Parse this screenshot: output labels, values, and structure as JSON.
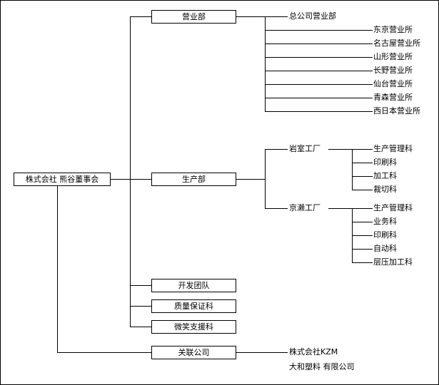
{
  "root": {
    "label": "株式会社 熊谷董事会"
  },
  "departments": {
    "sales": {
      "label": "营业部",
      "head": "总公司营业部",
      "offices": [
        "东京营业所",
        "名古屋营业所",
        "山形营业所",
        "长野营业所",
        "仙台营业所",
        "青森营业所",
        "西日本营业所"
      ]
    },
    "production": {
      "label": "生产部",
      "factories": [
        {
          "label": "岩室工厂",
          "sections": [
            "生产管理科",
            "印刷科",
            "加工科",
            "裁切科"
          ]
        },
        {
          "label": "京濑工厂",
          "sections": [
            "生产管理科",
            "业务科",
            "印刷科",
            "自动科",
            "层压加工科"
          ]
        }
      ]
    },
    "dev_team": {
      "label": "开发团队"
    },
    "quality": {
      "label": "质量保证科"
    },
    "support": {
      "label": "微笑支援科"
    },
    "affiliates": {
      "label": "关联公司",
      "companies": [
        "株式会社KZM",
        "大和塑料 有限公司"
      ]
    }
  }
}
